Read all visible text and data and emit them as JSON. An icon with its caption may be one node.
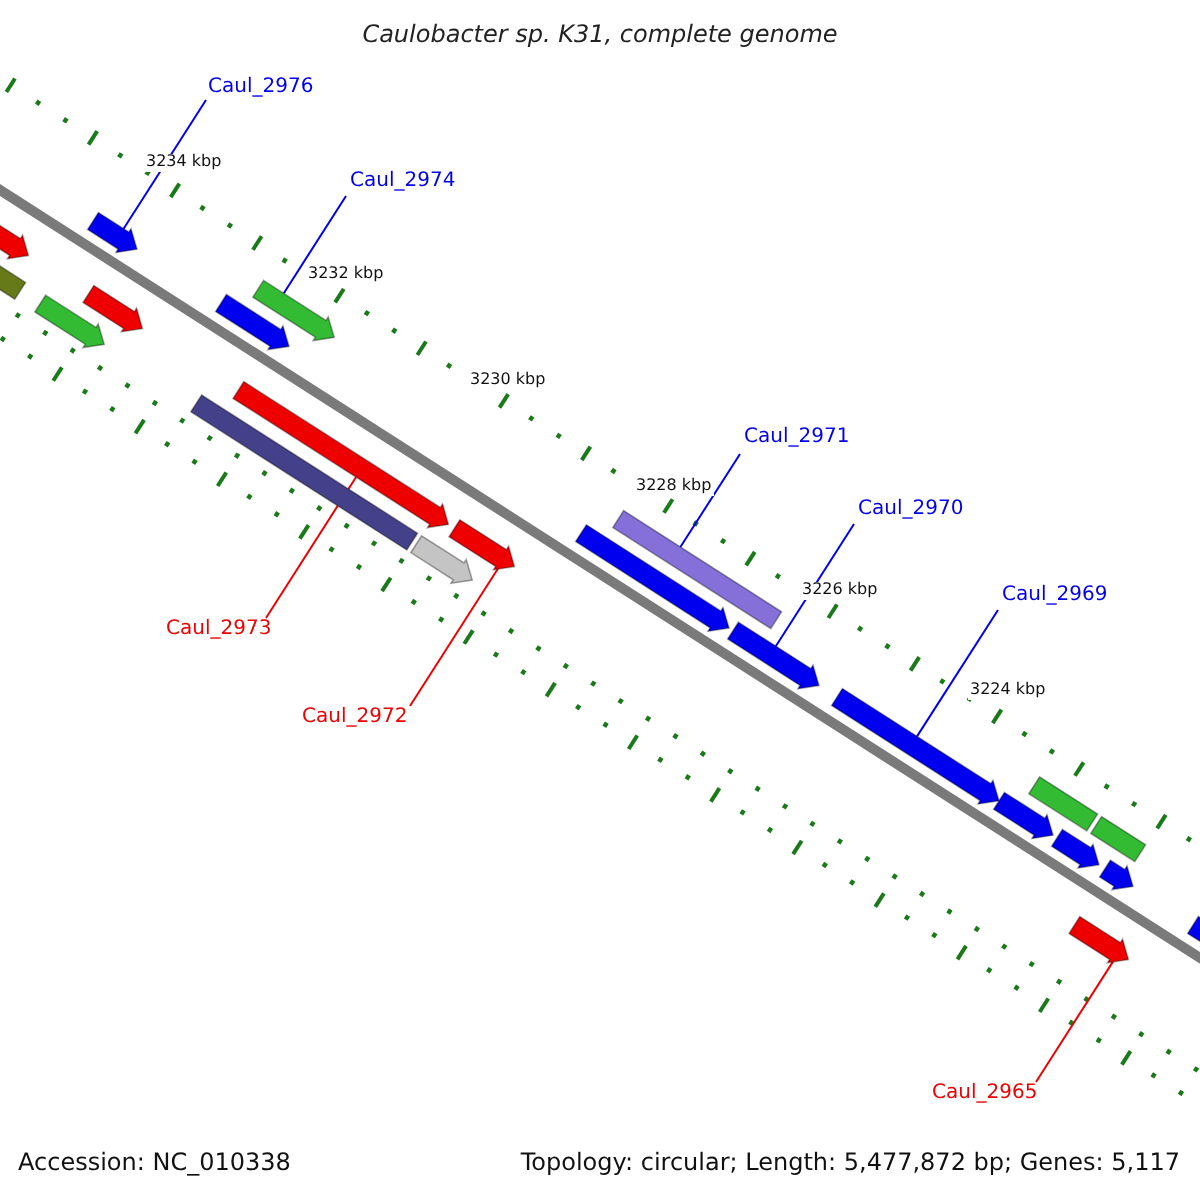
{
  "diagram": {
    "title": "Caulobacter sp. K31, complete genome",
    "nodes": [
      {
        "text": [
          "Caul_2976"
        ]
      },
      {
        "text": [],
        "shape": "arrow"
      },
      {
        "text": [
          "Caul_2974"
        ]
      },
      {
        "text": [],
        "shape": "arrow"
      },
      {
        "text": [
          "Caul_2971"
        ]
      },
      {
        "text": [],
        "shape": "bar"
      },
      {
        "text": [
          "Caul_2970"
        ]
      },
      {
        "text": [],
        "shape": "arrow"
      },
      {
        "text": [
          "Caul_2969"
        ]
      },
      {
        "text": [],
        "shape": "arrow"
      },
      {
        "text": [
          "Caul_2973"
        ]
      },
      {
        "text": [],
        "shape": "arrow"
      },
      {
        "text": [
          "Caul_2972"
        ]
      },
      {
        "text": [],
        "shape": "arrow"
      },
      {
        "text": [
          "Caul_2965"
        ]
      },
      {
        "text": [],
        "shape": "arrow"
      },
      {
        "text": [],
        "shape": "arrow"
      },
      {
        "text": [],
        "shape": "bar"
      },
      {
        "text": [],
        "shape": "arrow"
      },
      {
        "text": [],
        "shape": "arrow"
      },
      {
        "text": [],
        "shape": "arrow"
      },
      {
        "text": [],
        "shape": "bar"
      },
      {
        "text": [],
        "shape": "arrow"
      },
      {
        "text": [],
        "shape": "arrow"
      },
      {
        "text": [],
        "shape": "arrow"
      },
      {
        "text": [],
        "shape": "bar"
      },
      {
        "text": [],
        "shape": "arrow"
      },
      {
        "text": [],
        "shape": "bar"
      },
      {
        "text": [],
        "shape": "arrow"
      },
      {
        "text": [],
        "shape": "arrow"
      }
    ],
    "edges": [
      {
        "from": 0,
        "to": 1,
        "arrow": "none"
      },
      {
        "from": 2,
        "to": 3,
        "arrow": "none"
      },
      {
        "from": 4,
        "to": 5,
        "arrow": "none"
      },
      {
        "from": 6,
        "to": 7,
        "arrow": "none"
      },
      {
        "from": 8,
        "to": 9,
        "arrow": "none"
      },
      {
        "from": 10,
        "to": 11,
        "arrow": "none",
        "color": "#ee0000"
      },
      {
        "from": 12,
        "to": 13,
        "arrow": "none",
        "color": "#ee0000"
      },
      {
        "from": 14,
        "to": 15,
        "arrow": "none",
        "color": "#ee0000"
      }
    ],
    "labels": [
      "3234 kbp",
      "3232 kbp",
      "3230 kbp",
      "3228 kbp",
      "3226 kbp",
      "3224 kbp",
      "Accession: NC_010338",
      "Topology: circular; Length: 5,477,872 bp; Genes: 5,117"
    ]
  }
}
